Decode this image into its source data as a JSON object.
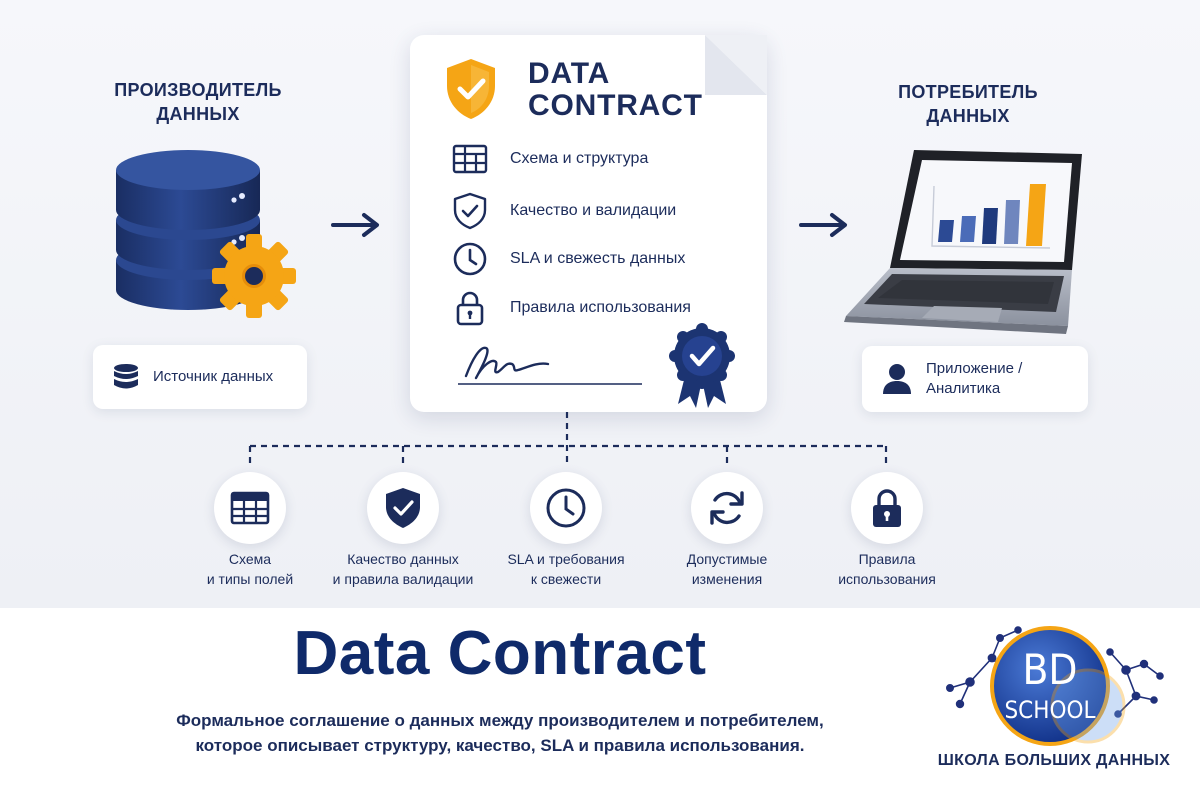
{
  "producer": {
    "title_line1": "ПРОИЗВОДИТЕЛЬ",
    "title_line2": "ДАННЫХ",
    "label": "Источник данных",
    "database_icon": "database-icon",
    "gear_icon": "gear-icon"
  },
  "consumer": {
    "title_line1": "ПОТРЕБИТЕЛЬ",
    "title_line2": "ДАННЫХ",
    "label_line1": "Приложение /",
    "label_line2": "Аналитика",
    "laptop_icon": "laptop-chart-icon"
  },
  "contract": {
    "title_line1": "DATA",
    "title_line2": "CONTRACT",
    "items": [
      {
        "icon": "table-icon",
        "label": "Схема и структура"
      },
      {
        "icon": "shield-check-icon",
        "label": "Качество и валидации"
      },
      {
        "icon": "clock-icon",
        "label": "SLA и свежесть данных"
      },
      {
        "icon": "lock-icon",
        "label": "Правила использования"
      }
    ],
    "badge_icon": "rosette-check-icon",
    "signature_icon": "signature-icon"
  },
  "features": [
    {
      "icon": "table-icon",
      "line1": "Схема",
      "line2": "и типы полей"
    },
    {
      "icon": "shield-check-icon",
      "line1": "Качество данных",
      "line2": "и правила валидации"
    },
    {
      "icon": "clock-icon",
      "line1": "SLA и требования",
      "line2": "к свежести"
    },
    {
      "icon": "refresh-icon",
      "line1": "Допустимые",
      "line2": "изменения"
    },
    {
      "icon": "lock-icon",
      "line1": "Правила",
      "line2": "использования"
    }
  ],
  "footer": {
    "title": "Data Contract",
    "subtitle_line1": "Формальное соглашение о данных между производителем и потребителем,",
    "subtitle_line2": "которое описывает структуру, качество, SLA и правила использования.",
    "logo_text_top": "BD",
    "logo_text_bottom": "SCHOOL",
    "logo_caption": "ШКОЛА БОЛЬШИХ ДАННЫХ"
  },
  "colors": {
    "navy": "#1c2c5b",
    "db_blue": "#213a7a",
    "accent_orange": "#f5a515",
    "background": "#f2f3f7"
  }
}
